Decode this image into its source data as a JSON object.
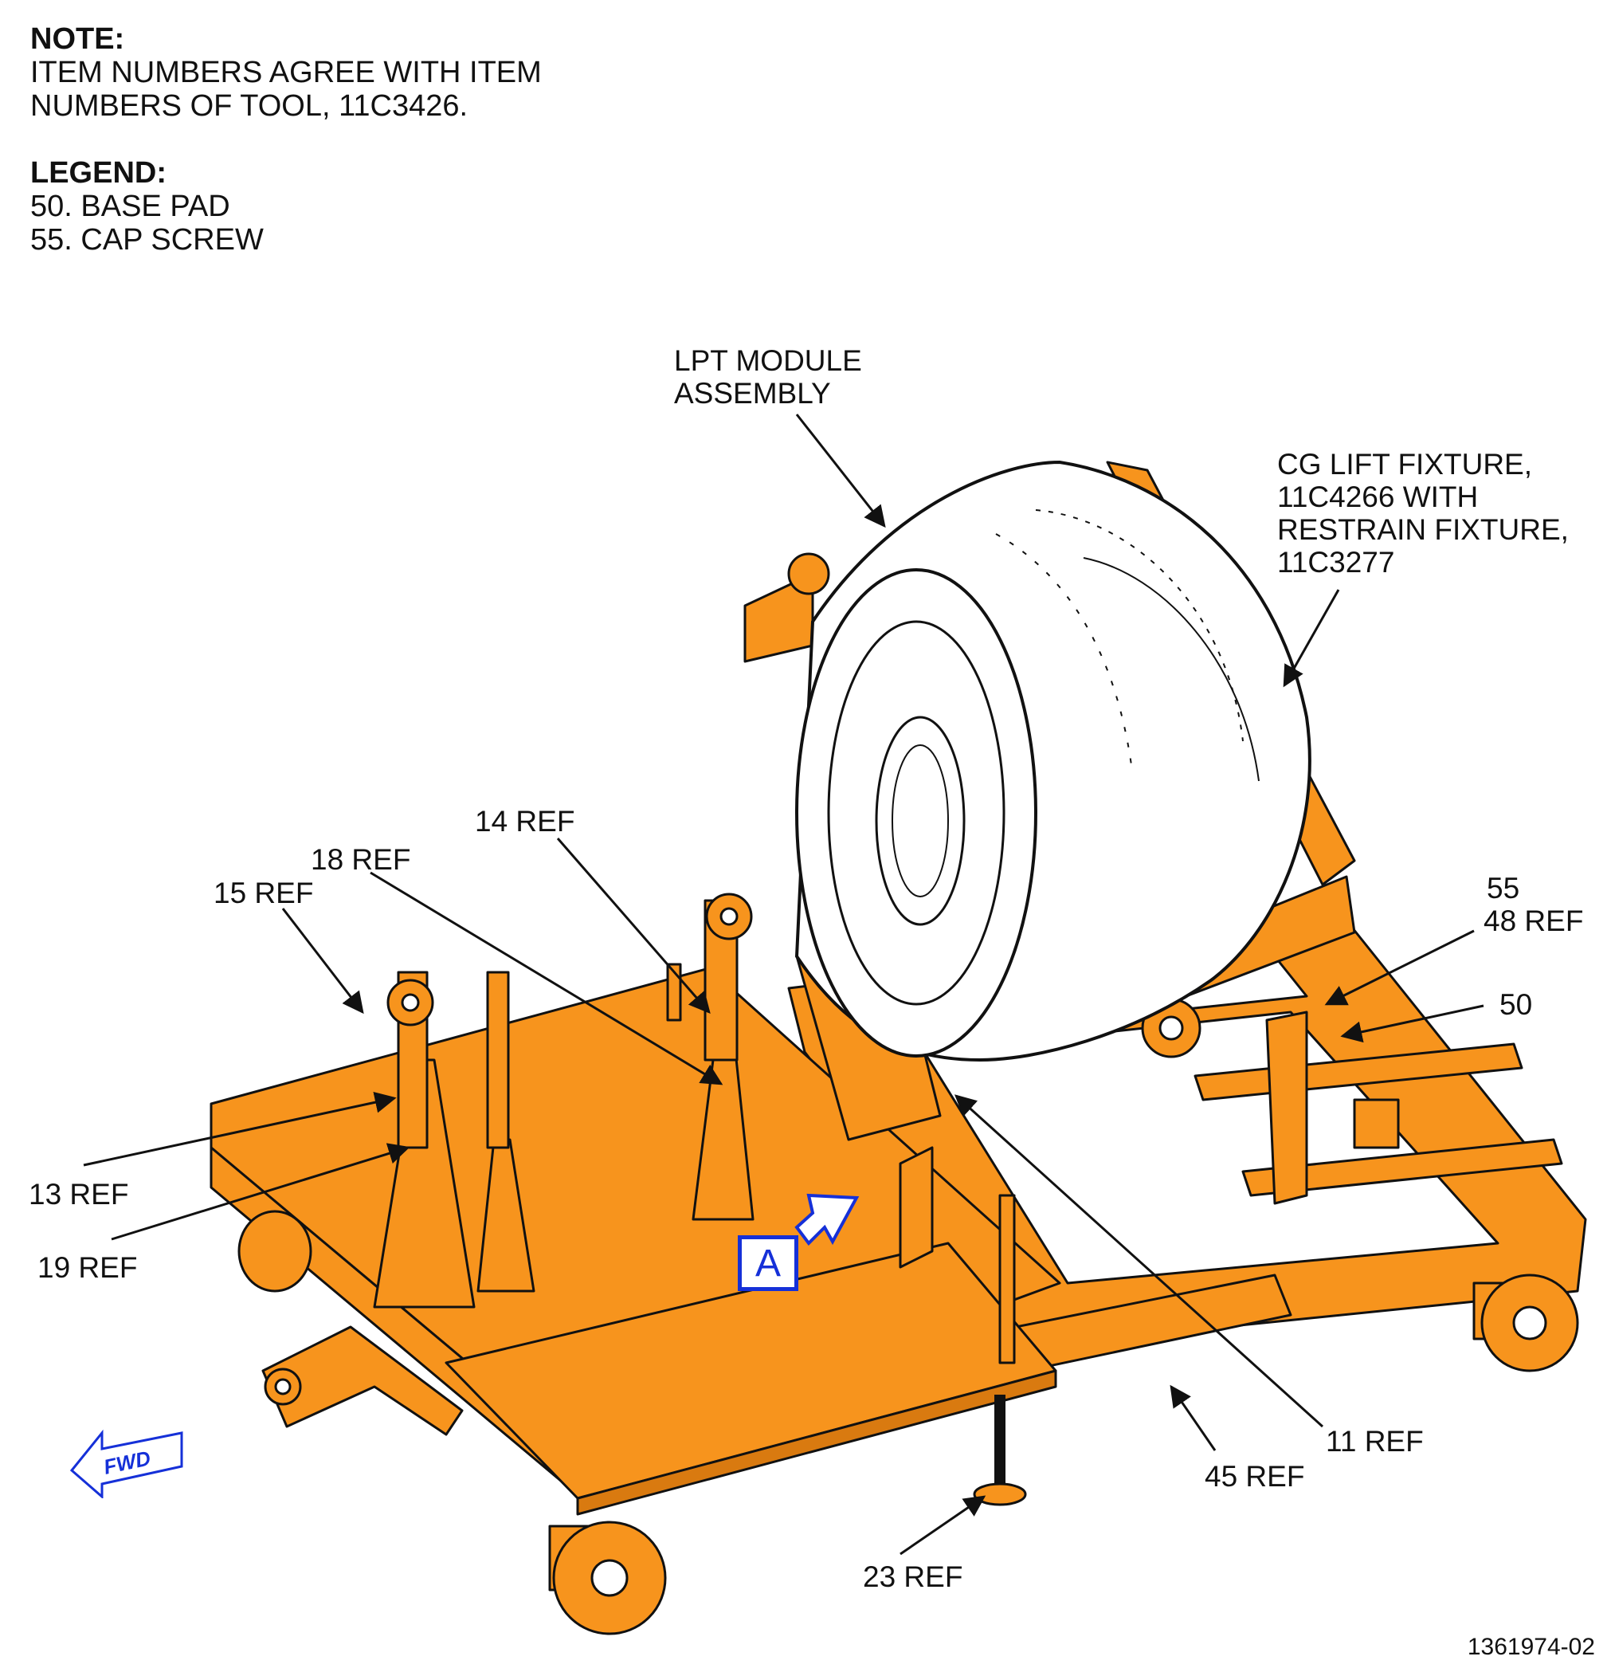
{
  "note": {
    "heading": "NOTE:",
    "lines": [
      "ITEM NUMBERS AGREE WITH ITEM",
      "NUMBERS OF TOOL, 11C3426."
    ]
  },
  "legend": {
    "heading": "LEGEND:",
    "items": [
      "50. BASE PAD",
      "55. CAP SCREW"
    ]
  },
  "callouts": {
    "lpt_module": [
      "LPT MODULE",
      "ASSEMBLY"
    ],
    "cg_lift": [
      "CG LIFT FIXTURE,",
      "11C4266 WITH",
      "RESTRAIN FIXTURE,",
      "11C3277"
    ],
    "ref14": "14 REF",
    "ref18": "18 REF",
    "ref15": "15 REF",
    "ref55": "55",
    "ref48": "48 REF",
    "ref50": "50",
    "ref13": "13 REF",
    "ref19": "19 REF",
    "ref11": "11 REF",
    "ref45": "45 REF",
    "ref23": "23 REF"
  },
  "view_marker": "A",
  "direction_arrow": "FWD",
  "drawing_number": "1361974-02",
  "colors": {
    "fixture": "#F7941D",
    "outline": "#111111",
    "module": "#ffffff",
    "marker_blue": "#1530d8"
  }
}
